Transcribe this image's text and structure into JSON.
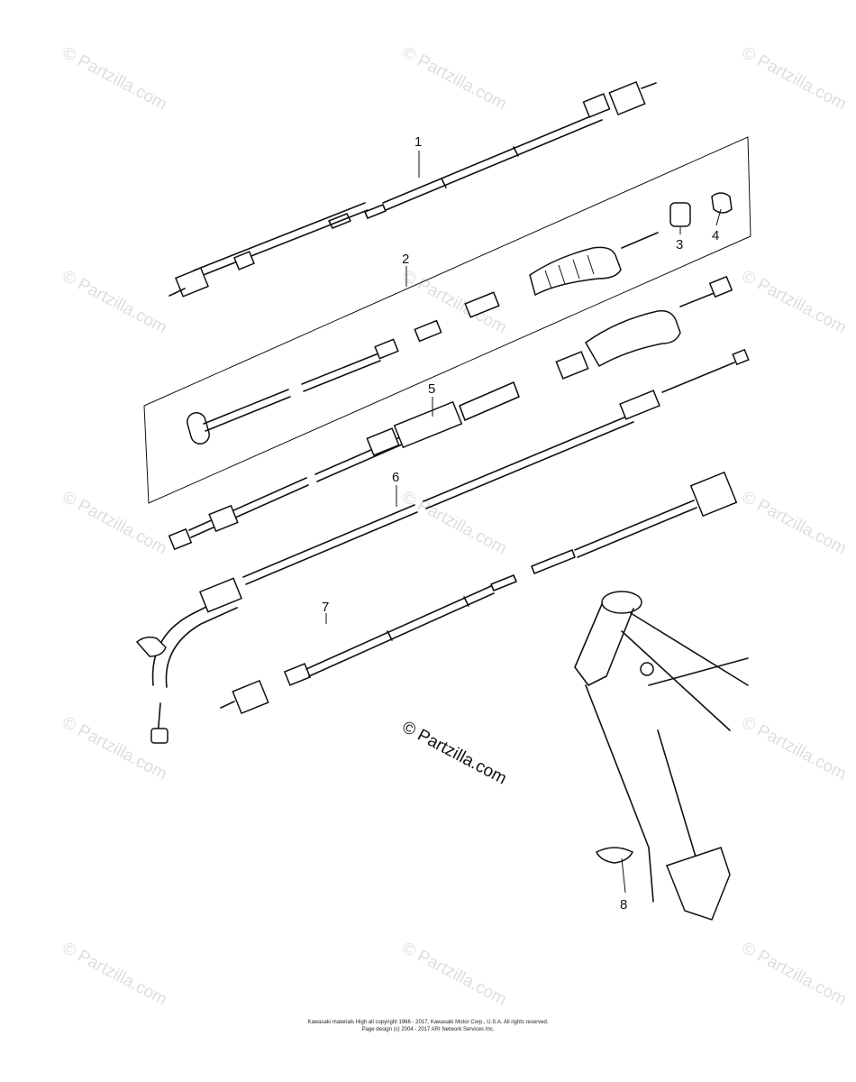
{
  "callouts": [
    {
      "label": "1"
    },
    {
      "label": "2"
    },
    {
      "label": "3"
    },
    {
      "label": "4"
    },
    {
      "label": "5"
    },
    {
      "label": "6"
    },
    {
      "label": "7"
    },
    {
      "label": "8"
    }
  ],
  "watermark": {
    "text": "© Partzilla.com",
    "main_text": "© Partzilla.com"
  },
  "footer": {
    "line1": "Kawasaki materials High all copyright 1966 - 2017, Kawasaki Motor Corp., U.S.A. All rights reserved.",
    "line2": "Page design (c) 2004 - 2017 ARI Network Services Inc."
  },
  "colors": {
    "line": "#111111",
    "watermark": "#dedede",
    "background": "#ffffff"
  }
}
